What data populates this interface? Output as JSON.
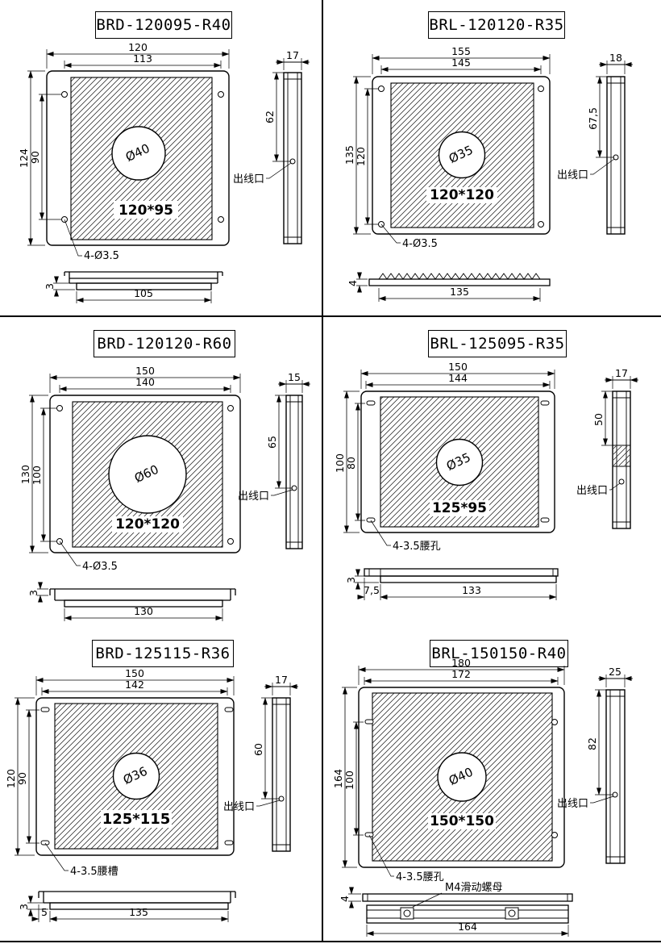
{
  "sheet": {
    "background": "#ffffff",
    "line_color": "#000000"
  },
  "panels": [
    {
      "title": "BRD-120095-R40",
      "front": {
        "dim_width_outer": "120",
        "dim_width_inner": "113",
        "dim_height_outer": "124",
        "dim_height_inner": "90",
        "circle_label": "Ø40",
        "area_label": "120*95",
        "mount_note": "4-Ø3.5"
      },
      "side": {
        "dim_thickness": "17",
        "dim_outlet": "62",
        "outlet_label": "出线口"
      },
      "bottom": {
        "dim_height": "3",
        "dim_width": "105"
      }
    },
    {
      "title": "BRL-120120-R35",
      "front": {
        "dim_width_outer": "155",
        "dim_width_inner": "145",
        "dim_height_outer": "135",
        "dim_height_inner": "120",
        "circle_label": "Ø35",
        "area_label": "120*120",
        "mount_note": "4-Ø3.5"
      },
      "side": {
        "dim_thickness": "18",
        "dim_outlet": "67,5",
        "outlet_label": "出线口"
      },
      "bottom": {
        "dim_height": "4",
        "dim_width": "135"
      }
    },
    {
      "title": "BRD-120120-R60",
      "front": {
        "dim_width_outer": "150",
        "dim_width_inner": "140",
        "dim_height_outer": "130",
        "dim_height_inner": "100",
        "circle_label": "Ø60",
        "area_label": "120*120",
        "mount_note": "4-Ø3.5"
      },
      "side": {
        "dim_thickness": "15",
        "dim_outlet": "65",
        "outlet_label": "出线口"
      },
      "bottom": {
        "dim_height": "3",
        "dim_width": "130"
      }
    },
    {
      "title": "BRL-125095-R35",
      "front": {
        "dim_width_outer": "150",
        "dim_width_inner": "144",
        "dim_height_outer": "100",
        "dim_height_inner": "80",
        "circle_label": "Ø35",
        "area_label": "125*95",
        "mount_note": "4-3.5腰孔"
      },
      "side": {
        "dim_thickness": "17",
        "dim_outlet": "50",
        "outlet_label": "出线口"
      },
      "bottom": {
        "dim_height": "3",
        "dim_offset": "7,5",
        "dim_width": "133"
      }
    },
    {
      "title": "BRD-125115-R36",
      "front": {
        "dim_width_outer": "150",
        "dim_width_inner": "142",
        "dim_height_outer": "120",
        "dim_height_inner": "90",
        "circle_label": "Ø36",
        "area_label": "125*115",
        "mount_note": "4-3.5腰槽"
      },
      "side": {
        "dim_thickness": "17",
        "dim_outlet": "60",
        "outlet_label": "出线口"
      },
      "bottom": {
        "dim_height": "3",
        "dim_offset": "5",
        "dim_width": "135"
      }
    },
    {
      "title": "BRL-150150-R40",
      "front": {
        "dim_width_outer": "180",
        "dim_width_inner": "172",
        "dim_height_outer": "164",
        "dim_height_inner": "100",
        "circle_label": "Ø40",
        "area_label": "150*150",
        "mount_note": "4-3.5腰孔"
      },
      "side": {
        "dim_thickness": "25",
        "dim_outlet": "82",
        "outlet_label": "出线口"
      },
      "bottom": {
        "dim_height": "4",
        "dim_width": "164",
        "nut_note": "M4滑动螺母"
      }
    }
  ]
}
